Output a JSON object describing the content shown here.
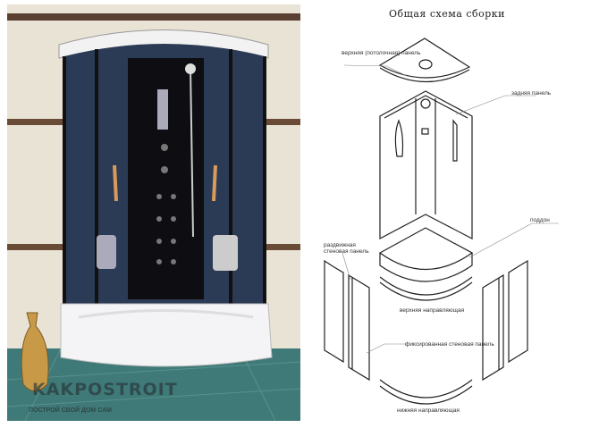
{
  "photo": {
    "watermark_logo": "KAKPOSTROIT",
    "watermark_slogan": "ПОСТРОЙ СВОЙ ДОМ САМ"
  },
  "diagram": {
    "title": "Общая схема сборки",
    "labels": {
      "top_panel": "верхняя (потолочная) панель",
      "back_panel": "задняя панель",
      "tray": "поддон",
      "sliding_panel": "раздвижная стеновая панель",
      "upper_guide": "верхняя направляющая",
      "fixed_panel": "фиксированная стеновая панель",
      "lower_guide": "нижняя направляющая"
    }
  }
}
